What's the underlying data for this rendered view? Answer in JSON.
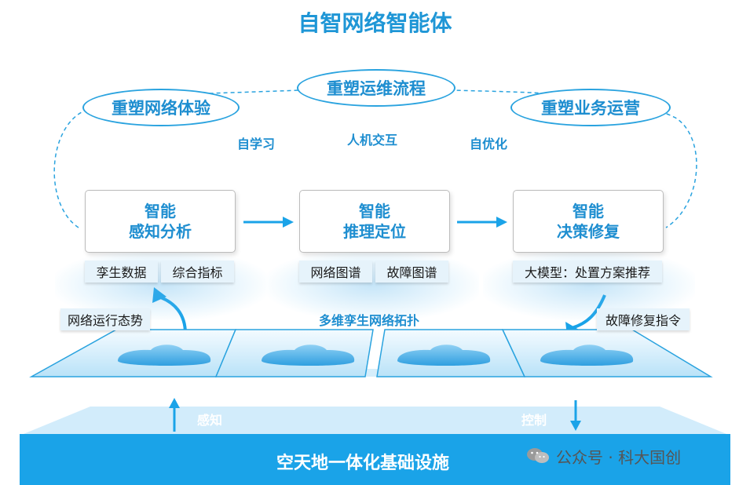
{
  "title": "自智网络智能体",
  "goals": {
    "left": "重塑网络体验",
    "center": "重塑运维流程",
    "right": "重塑业务运营"
  },
  "cycle_labels": {
    "left": "自学习",
    "center": "人机交互",
    "right": "自优化"
  },
  "stages": [
    {
      "line1": "智能",
      "line2": "感知分析",
      "tags": [
        "孪生数据",
        "综合指标"
      ]
    },
    {
      "line1": "智能",
      "line2": "推理定位",
      "tags": [
        "网络图谱",
        "故障图谱"
      ]
    },
    {
      "line1": "智能",
      "line2": "决策修复",
      "tags": [
        "大模型：处置方案推荐"
      ]
    }
  ],
  "side_labels": {
    "left": "网络运行态势",
    "right": "故障修复指令"
  },
  "topology_label": "多维孪生网络拓扑",
  "base": {
    "label": "空天地一体化基础设施",
    "up_label": "感知",
    "down_label": "控制"
  },
  "watermark": "公众号 · 科大国创",
  "colors": {
    "accent": "#1e96d6",
    "base_fill": "#1aa3e8",
    "tag_fill": "#e6f3fb"
  }
}
